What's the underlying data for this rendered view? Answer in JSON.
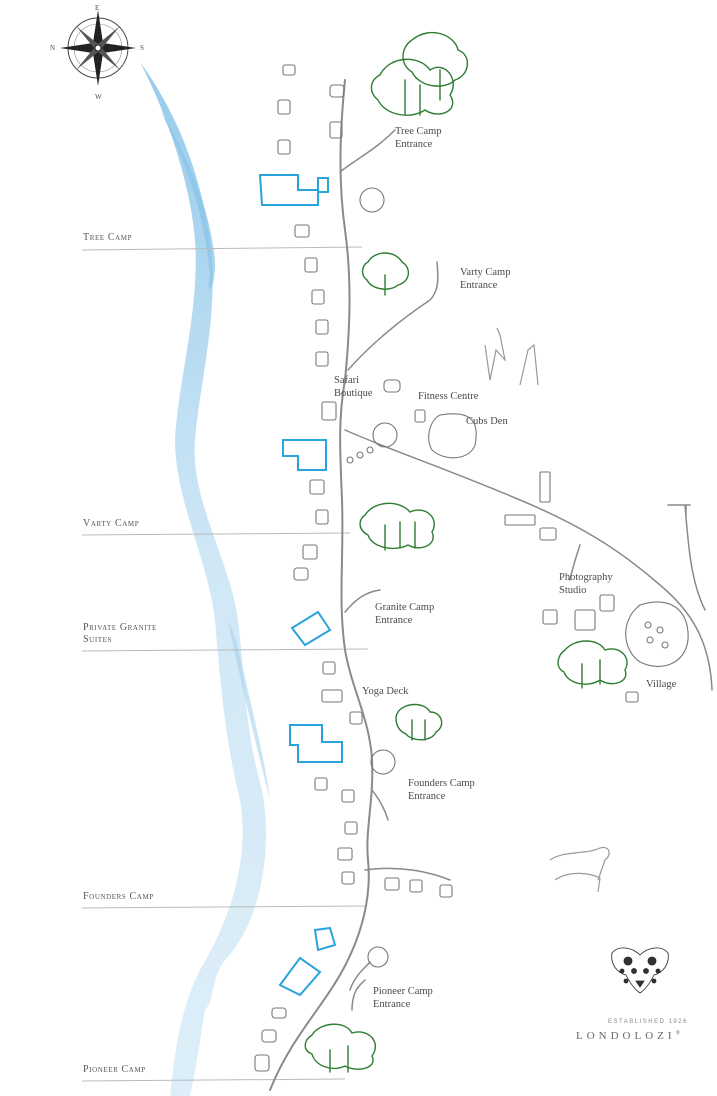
{
  "camps": [
    {
      "name": "Tree Camp"
    },
    {
      "name": "Varty Camp"
    },
    {
      "name": "Private Granite",
      "line2": "Suites"
    },
    {
      "name": "Founders Camp"
    },
    {
      "name": "Pioneer Camp"
    }
  ],
  "places": [
    {
      "line1": "Tree Camp",
      "line2": "Entrance"
    },
    {
      "line1": "Varty Camp",
      "line2": "Entrance"
    },
    {
      "line1": "Safari",
      "line2": "Boutique"
    },
    {
      "line1": "Fitness Centre"
    },
    {
      "line1": "Cubs Den"
    },
    {
      "line1": "Granite Camp",
      "line2": "Entrance"
    },
    {
      "line1": "Yoga Deck"
    },
    {
      "line1": "Founders Camp",
      "line2": "Entrance"
    },
    {
      "line1": "Photography",
      "line2": "Studio"
    },
    {
      "line1": "Village"
    },
    {
      "line1": "Pioneer Camp",
      "line2": "Entrance"
    }
  ],
  "compass": {
    "n": "E",
    "e": "S",
    "s": "W",
    "w": "N"
  },
  "logo": {
    "established": "ESTABLISHED 1926",
    "name": "LONDOLOZI",
    "mark": "®"
  },
  "colors": {
    "river": "#a9d2ee",
    "road": "#8a8a8a",
    "tree": "#2e7d32",
    "suite": "#2ba3dc",
    "text": "#4a4a4a"
  }
}
